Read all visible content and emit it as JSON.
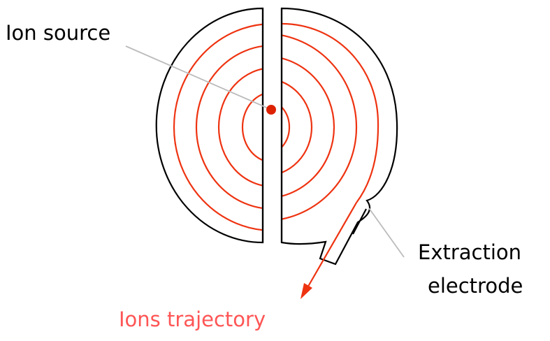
{
  "labels": {
    "ion_source": "Ion source",
    "extraction_line1": "Extraction",
    "extraction_line2": "electrode",
    "ions_trajectory": "Ions trajectory"
  },
  "colors": {
    "outline": "#000000",
    "trajectory": "#ee3311",
    "source_dot": "#dd2200",
    "leader": "#bbbbbb",
    "ions_label": "#ff5555"
  },
  "icons": [
    "ion-source-dot",
    "trajectory-arrowhead"
  ]
}
